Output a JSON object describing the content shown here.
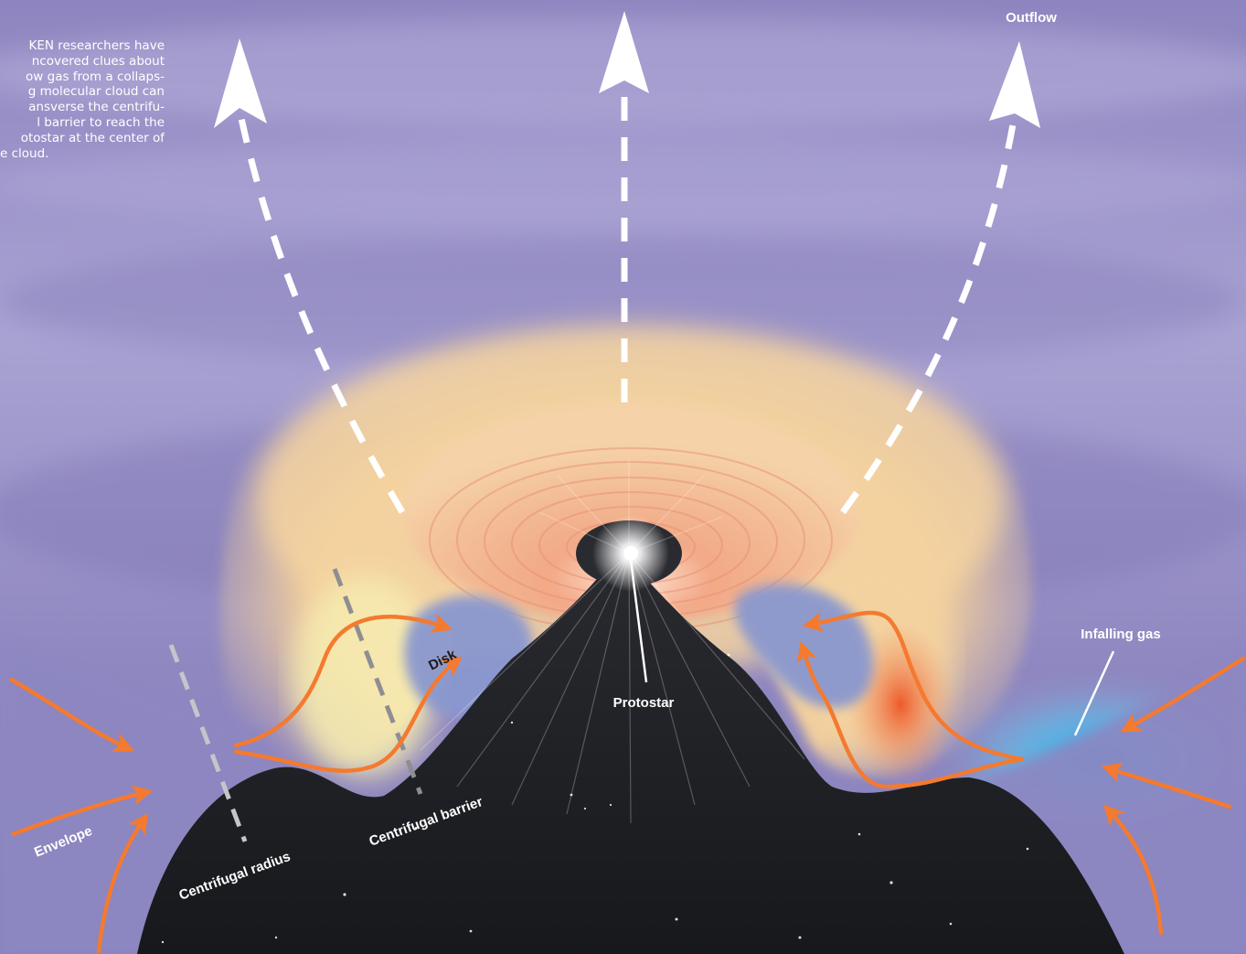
{
  "caption": {
    "lines": [
      "KEN researchers have",
      "ncovered clues about",
      "ow gas from a collaps-",
      "g molecular cloud can",
      "ansverse the centrifu-",
      "l barrier to reach the",
      "otostar at the center of",
      "e cloud."
    ]
  },
  "labels": {
    "outflow": "Outflow",
    "infalling_gas": "Infalling gas",
    "protostar": "Protostar",
    "disk": "Disk",
    "envelope": "Envelope",
    "centrifugal_radius": "Centrifugal radius",
    "centrifugal_barrier": "Centrifugal barrier"
  },
  "colors": {
    "infall_arrow": "#f47a2f",
    "outflow_arrow": "#ffffff",
    "sky": "#9a92c6",
    "envelope": "#f3d2a2",
    "disk": "#8a98cf",
    "infalling_gas": "#4fb8ea",
    "space": "#1c1d22"
  }
}
